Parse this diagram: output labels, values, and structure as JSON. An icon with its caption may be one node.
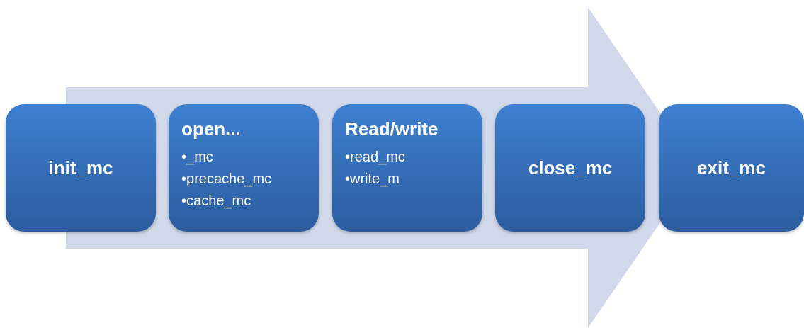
{
  "diagram": {
    "nodes": [
      {
        "text": [
          "init_mc"
        ]
      },
      {
        "text": [
          "open...",
          "•_mc",
          "•precache_mc",
          "•cache_mc"
        ]
      },
      {
        "text": [
          "Read/write",
          "•read_mc",
          "•write_m"
        ]
      },
      {
        "text": [
          "close_mc"
        ]
      },
      {
        "text": [
          "exit_mc"
        ]
      }
    ],
    "edges": [
      {
        "from": 0,
        "to": 4,
        "arrow": "to",
        "style": "thick"
      }
    ]
  }
}
